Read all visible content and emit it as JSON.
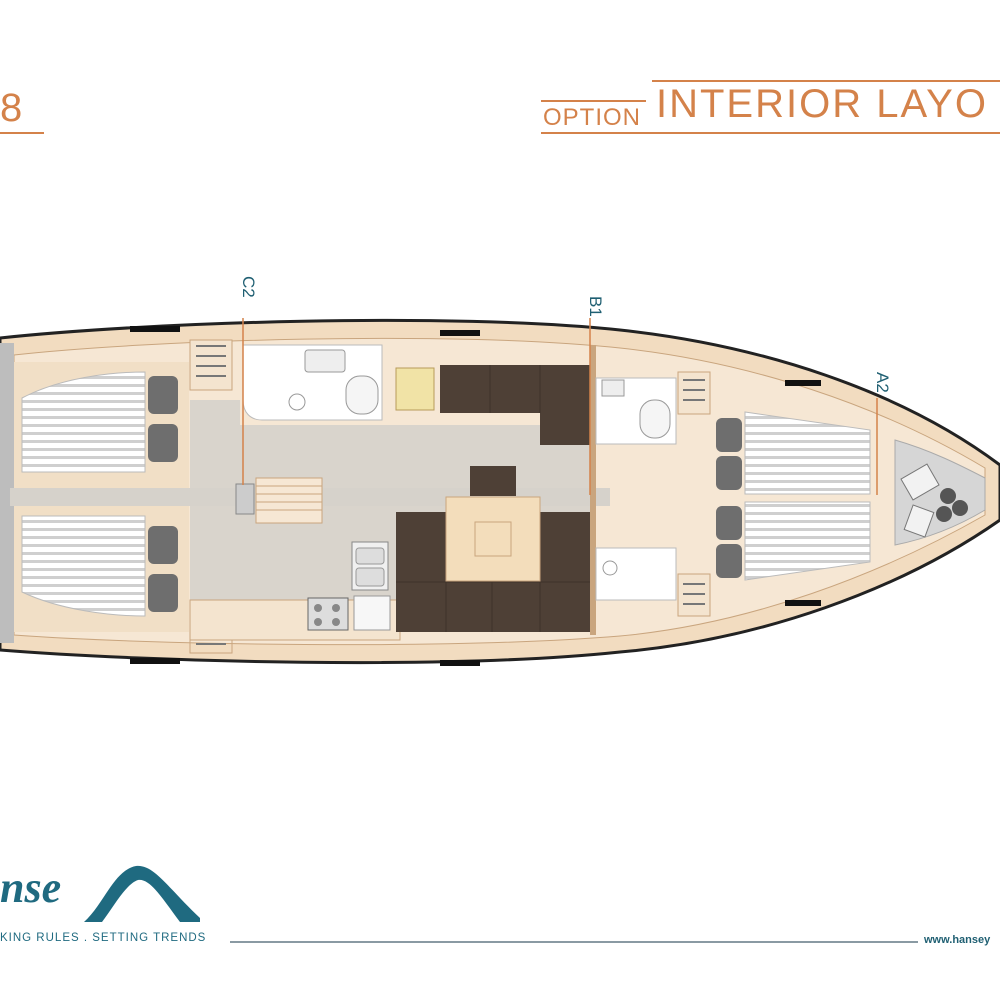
{
  "header": {
    "model_number": "8",
    "option_label": "OPTION",
    "title": "INTERIOR LAYO"
  },
  "sections": [
    {
      "id": "c2",
      "label": "C2"
    },
    {
      "id": "b1",
      "label": "B1"
    },
    {
      "id": "a2",
      "label": "A2"
    }
  ],
  "footer": {
    "brand": "nse",
    "tagline": "KING RULES . SETTING TRENDS",
    "url": "www.hansey"
  },
  "colors": {
    "accent": "#d4824a",
    "brand": "#1f6a80",
    "wood": "#f2dcc0",
    "floor": "#d9d4cc",
    "dark_cushion": "#5a4a3e"
  }
}
